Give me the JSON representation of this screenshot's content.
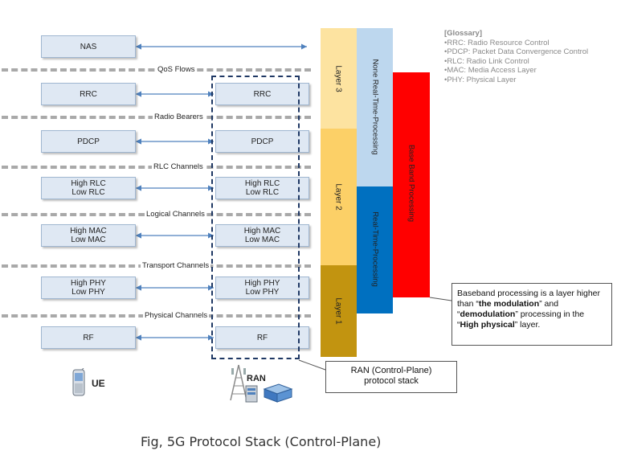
{
  "ue_stack": [
    {
      "line1": "NAS",
      "line2": ""
    },
    {
      "line1": "RRC",
      "line2": ""
    },
    {
      "line1": "PDCP",
      "line2": ""
    },
    {
      "line1": "High RLC",
      "line2": "Low RLC"
    },
    {
      "line1": "High MAC",
      "line2": "Low MAC"
    },
    {
      "line1": "High PHY",
      "line2": "Low PHY"
    },
    {
      "line1": "RF",
      "line2": ""
    }
  ],
  "ran_stack": [
    {
      "line1": "RRC",
      "line2": ""
    },
    {
      "line1": "PDCP",
      "line2": ""
    },
    {
      "line1": "High RLC",
      "line2": "Low RLC"
    },
    {
      "line1": "High MAC",
      "line2": "Low MAC"
    },
    {
      "line1": "High PHY",
      "line2": "Low PHY"
    },
    {
      "line1": "RF",
      "line2": ""
    }
  ],
  "channels": [
    "QoS Flows",
    "Radio Bearers",
    "RLC Channels",
    "Logical Channels",
    "Transport Channels",
    "Physical Channels"
  ],
  "layers": {
    "layer3": "Layer 3",
    "layer2": "Layer 2",
    "layer1": "Layer 1",
    "colors": {
      "layer3": "#fde3a0",
      "layer2": "#fcd067",
      "layer1": "#c29410"
    }
  },
  "processing": {
    "non_real_time": "None Real-Time-Processing",
    "real_time": "Real-Time-Processing",
    "baseband": "Base Band Processing",
    "colors": {
      "non_real_time": "#bdd7ee",
      "real_time": "#0070c0",
      "baseband": "#ff0000"
    }
  },
  "glossary": {
    "title": "[Glossary]",
    "items": [
      "•RRC: Radio Resource Control",
      "•PDCP: Packet Data Convergence  Control",
      "•RLC: Radio Link Control",
      "•MAC: Media Access Layer",
      "•PHY: Physical Layer"
    ]
  },
  "callout_baseband": {
    "t1": "Baseband processing is a layer higher than “",
    "b1": "the modulation",
    "t2": "” and “",
    "b2": "demodulation",
    "t3": "” processing in the “",
    "b3": "High physical",
    "t4": "” layer."
  },
  "callout_ran": {
    "line1": "RAN (Control-Plane)",
    "line2": "protocol stack"
  },
  "labels": {
    "ue": "UE",
    "ran": "RAN"
  },
  "caption": "Fig, 5G  Protocol Stack (Control-Plane)"
}
